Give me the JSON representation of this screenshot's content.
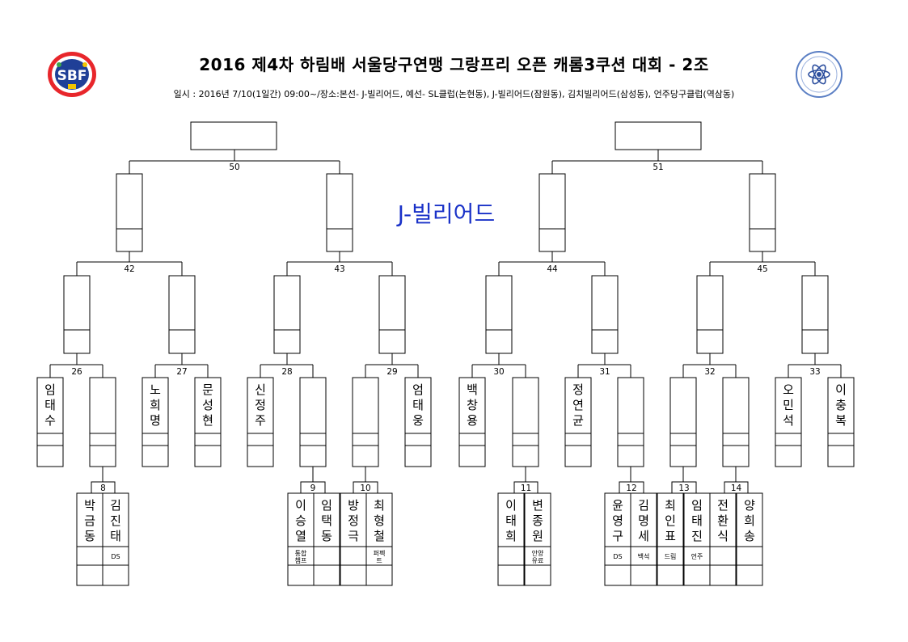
{
  "header": {
    "title": "2016 제4차 하림배 서울당구연맹 그랑프리 오픈 캐롬3쿠션 대회 - 2조",
    "info": "일시 : 2016년 7/10(1일간) 09:00~/장소:본선- J-빌리어드, 예선- SL클럽(논현동), J-빌리어드(잠원동), 김치빌리어드(삼성동), 언주당구클럽(역삼동)",
    "venue": "J-빌리어드"
  },
  "logos": {
    "left": {
      "letters": "SBF",
      "icon": "seoul-billiards-federation-logo"
    },
    "right": {
      "icon": "seoul-sports-council-logo"
    }
  },
  "bracket": {
    "final_matches": [
      "50",
      "51"
    ],
    "semi_matches": [
      "42",
      "43",
      "44",
      "45"
    ],
    "r16_matches": [
      "26",
      "27",
      "28",
      "29",
      "30",
      "31",
      "32",
      "33"
    ],
    "prelim_matches": [
      "8",
      "9",
      "10",
      "11",
      "12",
      "13",
      "14"
    ],
    "r16_players": {
      "p1": "임태수",
      "p2": "",
      "p3": "노희명",
      "p4": "문성현",
      "p5": "신정주",
      "p6": "",
      "p7": "",
      "p8": "엄태웅",
      "p9": "백창용",
      "p10": "",
      "p11": "정연균",
      "p12": "",
      "p13": "",
      "p14": "",
      "p15": "오민석",
      "p16": "이충복"
    },
    "prelim_players": [
      {
        "name": "박금동",
        "club": ""
      },
      {
        "name": "김진태",
        "club": "DS"
      },
      {
        "name": "이승열",
        "club": "통합\n챔프"
      },
      {
        "name": "임택동",
        "club": ""
      },
      {
        "name": "방정극",
        "club": ""
      },
      {
        "name": "최형철",
        "club": "퍼펙\n트"
      },
      {
        "name": "이태희",
        "club": ""
      },
      {
        "name": "변종원",
        "club": "안양\n유료"
      },
      {
        "name": "윤영구",
        "club": "DS"
      },
      {
        "name": "김명세",
        "club": "백석"
      },
      {
        "name": "최인표",
        "club": "드림"
      },
      {
        "name": "임태진",
        "club": "언주"
      },
      {
        "name": "전환식",
        "club": ""
      },
      {
        "name": "양희송",
        "club": ""
      }
    ]
  }
}
